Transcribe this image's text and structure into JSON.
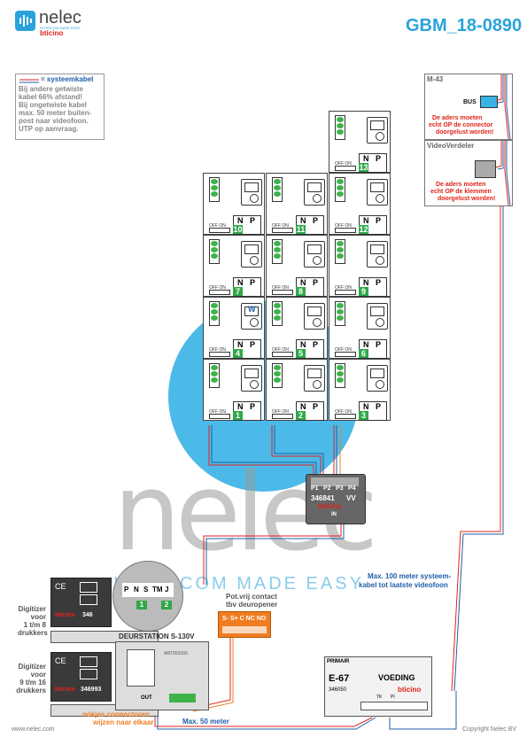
{
  "header": {
    "brand": "nelec",
    "brand_sub": "INTERCOM MADE EASY",
    "brand2": "bticino",
    "doc_code": "GBM_18-0890"
  },
  "note": {
    "legend": "= systeemkabel",
    "lines": [
      "Bij andere getwiste",
      "kabel 66% afstand!",
      "Bij ongetwiste kabel",
      "max. 50 meter buiten-",
      "post naar videofoon.",
      "UTP op aanvraag."
    ]
  },
  "m43": {
    "title": "M-43",
    "bus": "BUS",
    "lines": [
      "De aders moeten",
      "echt OP de connector",
      "doorgelust worden!"
    ]
  },
  "videoverdeler": {
    "title": "VideoVerdeler",
    "lines": [
      "De aders moeten",
      "echt OP de klemmen",
      "doorgelust worden!"
    ]
  },
  "grid": {
    "offon": "OFF ON",
    "n": "N",
    "p": "P",
    "special": "W",
    "cells": [
      "13",
      "10",
      "11",
      "12",
      "7",
      "8",
      "9",
      "4",
      "5",
      "6",
      "1",
      "2",
      "3"
    ]
  },
  "distributor": {
    "ports": [
      "P1",
      "P2",
      "P3",
      "P4"
    ],
    "code": "346841",
    "vv": "VV",
    "brand": "bticino",
    "in": "IN"
  },
  "watermark": {
    "text": "nelec",
    "sub": "INTERCOM MADE EASY"
  },
  "cable_note": [
    "Max. 100 meter systeem-",
    "kabel tot laatste videofoon"
  ],
  "digitizer1": {
    "lines": [
      "Digitizer",
      "voor",
      "1 t/m 8",
      "drukkers"
    ],
    "code": "346"
  },
  "digitizer2": {
    "lines": [
      "Digitizer",
      "voor",
      "9 t/m 16",
      "drukkers"
    ],
    "code": "346993"
  },
  "zoom": {
    "labels": [
      "P",
      "N",
      "S",
      "TM",
      "J"
    ],
    "n1": "1",
    "n2": "2"
  },
  "deurstation": {
    "label": "DEURSTATION S-130V",
    "code": "ART351000",
    "out": "OUT"
  },
  "contact": {
    "lines": [
      "Pot.vrij contact",
      "tbv deuropener"
    ],
    "terms": "S- S+ C NC NO"
  },
  "voeding": {
    "primair": "PRIMAIR",
    "model": "E-67",
    "label": "VOEDING",
    "code": "346050",
    "brand": "bticino",
    "tk": "TK",
    "pi": "PI"
  },
  "nokjes": [
    "nokjes connectoren",
    "wijzen naar elkaar"
  ],
  "max50": "Max. 50 meter",
  "footer": {
    "url": "www.nelec.com",
    "copyright": "Copyright Nelec BV"
  },
  "colors": {
    "accent": "#2aa3dc",
    "brand_red": "#e2231a",
    "green": "#2fa84a",
    "orange": "#f07d22",
    "cable_blue": "#1f5fa8"
  }
}
